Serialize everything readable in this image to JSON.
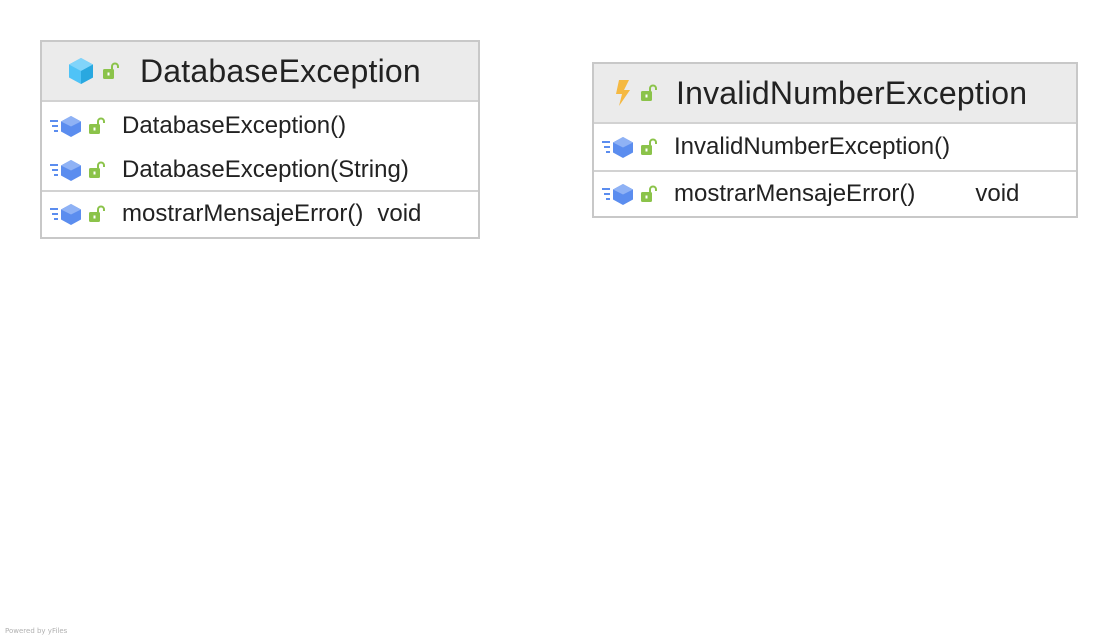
{
  "colors": {
    "header_bg": "#ebebeb",
    "border": "#c8c8c8",
    "class_icon": "#4fc3f7",
    "exception_icon": "#f5b942",
    "lock": "#8bc34a",
    "method_icon": "#5b8def"
  },
  "classes": [
    {
      "name": "DatabaseException",
      "kind_icon": "class-icon",
      "constructors": [
        {
          "name": "DatabaseException()"
        },
        {
          "name": "DatabaseException(String)"
        }
      ],
      "methods": [
        {
          "name": "mostrarMensajeError()",
          "type": "void"
        }
      ]
    },
    {
      "name": "InvalidNumberException",
      "kind_icon": "exception-icon",
      "constructors": [
        {
          "name": "InvalidNumberException()"
        }
      ],
      "methods": [
        {
          "name": "mostrarMensajeError()",
          "type": "void"
        }
      ]
    }
  ],
  "footer": "Powered by yFiles"
}
